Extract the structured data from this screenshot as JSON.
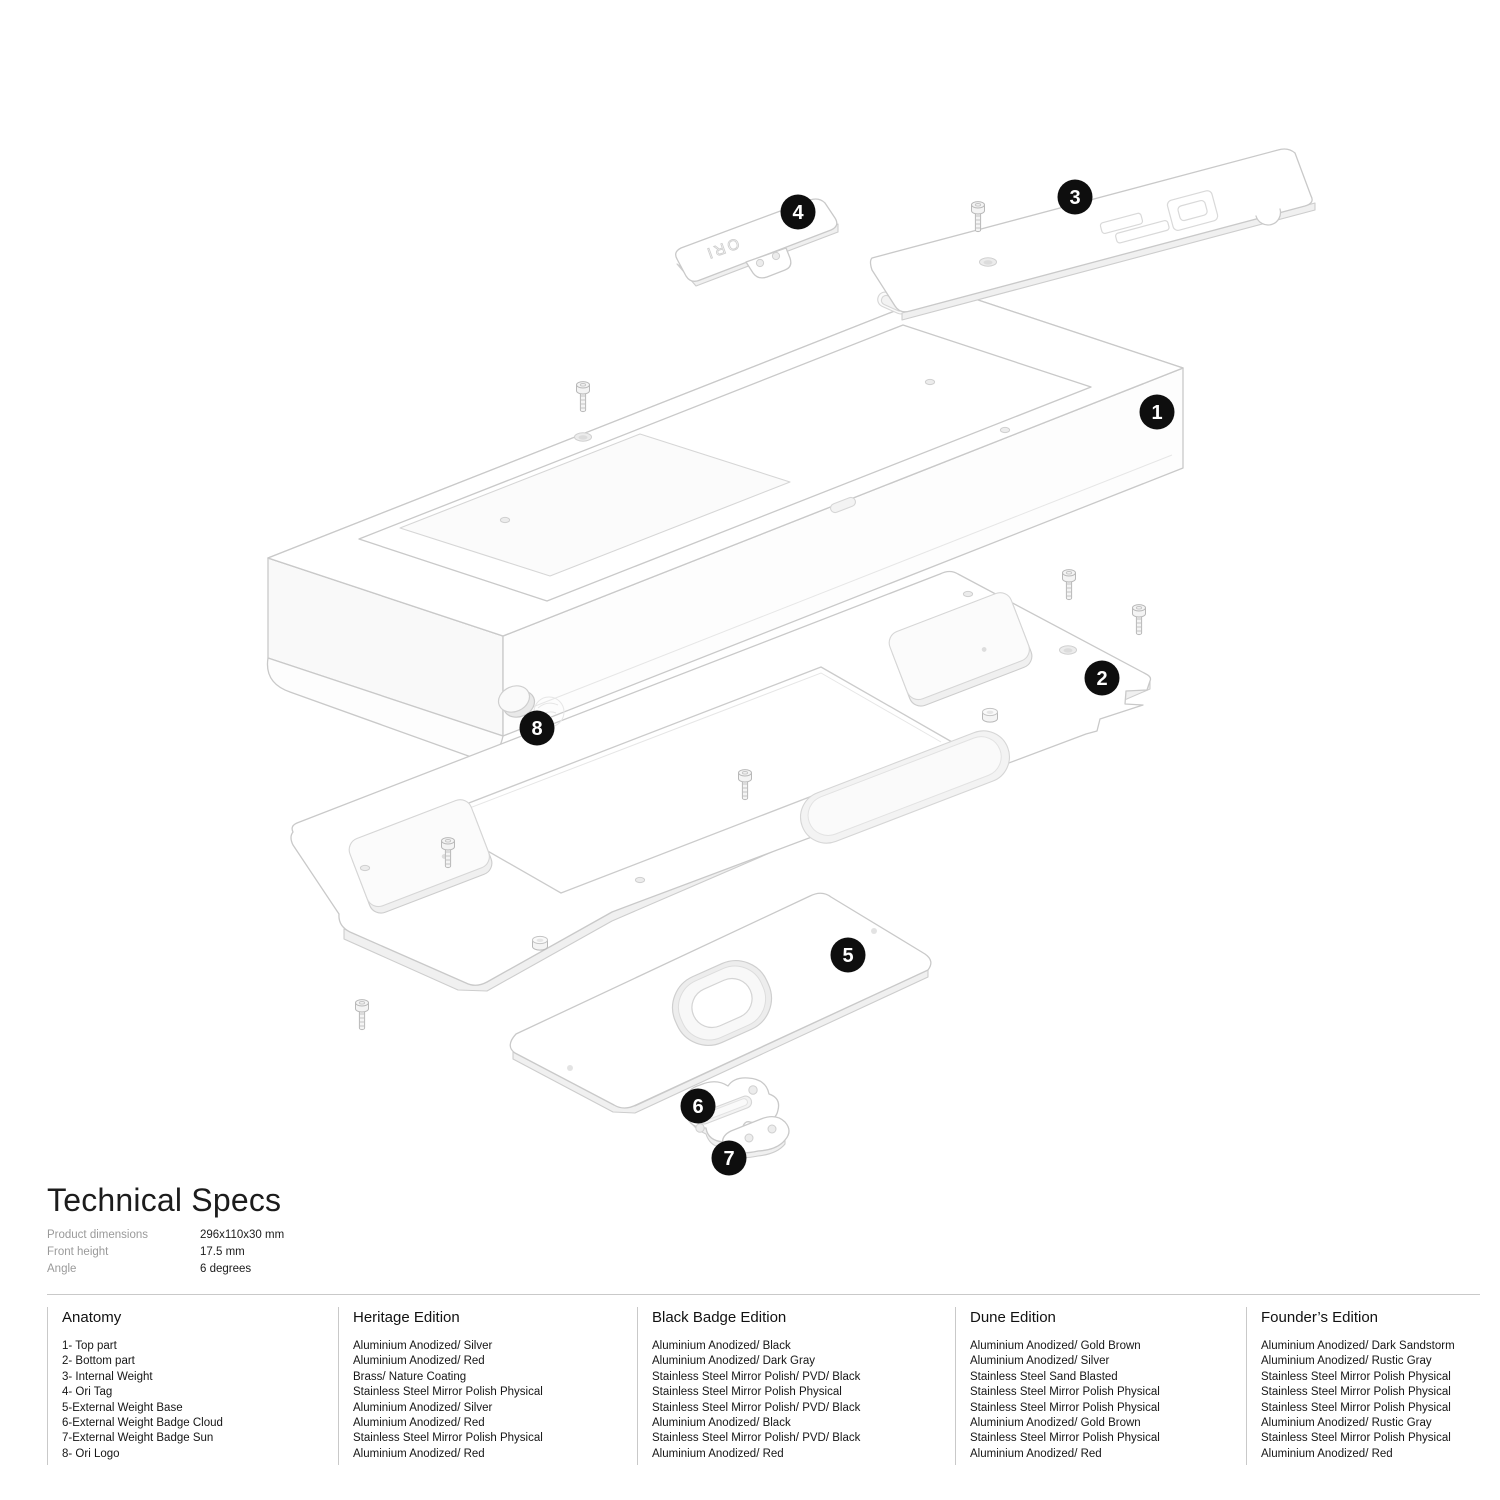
{
  "diagram": {
    "badges": [
      "1",
      "2",
      "3",
      "4",
      "5",
      "6",
      "7",
      "8"
    ],
    "ori_tag_text": "ORI"
  },
  "specs": {
    "title": "Technical Specs",
    "rows": [
      {
        "label": "Product dimensions",
        "value": "296x110x30 mm"
      },
      {
        "label": "Front height",
        "value": "17.5 mm"
      },
      {
        "label": "Angle",
        "value": "6 degrees"
      }
    ]
  },
  "table": {
    "columns": [
      {
        "header": "Anatomy",
        "rows": [
          "1- Top part",
          "2- Bottom part",
          "3- Internal Weight",
          "4- Ori Tag",
          "5-External Weight Base",
          "6-External Weight Badge Cloud",
          "7-External Weight Badge Sun",
          "8- Ori Logo"
        ]
      },
      {
        "header": "Heritage Edition",
        "rows": [
          "Aluminium Anodized/ Silver",
          "Aluminium Anodized/ Red",
          "Brass/ Nature Coating",
          "Stainless Steel Mirror Polish Physical",
          "Aluminium Anodized/ Silver",
          "Aluminium Anodized/ Red",
          "Stainless Steel Mirror Polish Physical",
          "Aluminium Anodized/ Red"
        ]
      },
      {
        "header": "Black Badge Edition",
        "rows": [
          "Aluminium Anodized/ Black",
          "Aluminium Anodized/ Dark Gray",
          "Stainless Steel Mirror Polish/ PVD/ Black",
          "Stainless Steel Mirror Polish Physical",
          "Stainless Steel Mirror Polish/ PVD/ Black",
          "Aluminium Anodized/ Black",
          "Stainless Steel Mirror Polish/ PVD/ Black",
          "Aluminium Anodized/ Red"
        ]
      },
      {
        "header": "Dune Edition",
        "rows": [
          "Aluminium Anodized/ Gold Brown",
          "Aluminium Anodized/ Silver",
          "Stainless Steel Sand Blasted",
          "Stainless Steel Mirror Polish Physical",
          "Stainless Steel Mirror Polish Physical",
          "Aluminium Anodized/ Gold Brown",
          "Stainless Steel Mirror Polish Physical",
          "Aluminium Anodized/ Red"
        ]
      },
      {
        "header": "Founder’s Edition",
        "rows": [
          "Aluminium Anodized/ Dark Sandstorm",
          "Aluminium Anodized/ Rustic Gray",
          "Stainless Steel Mirror Polish Physical",
          "Stainless Steel Mirror Polish Physical",
          "Stainless Steel Mirror Polish Physical",
          "Aluminium Anodized/ Rustic Gray",
          "Stainless Steel Mirror Polish Physical",
          "Aluminium Anodized/ Red"
        ]
      }
    ]
  },
  "colors": {
    "badge_bg": "#0e0e0e",
    "badge_text": "#ffffff",
    "outline_gray": "#c9c9c9",
    "label_gray": "#9a9a9a",
    "text_dark": "#1c1c1c"
  }
}
